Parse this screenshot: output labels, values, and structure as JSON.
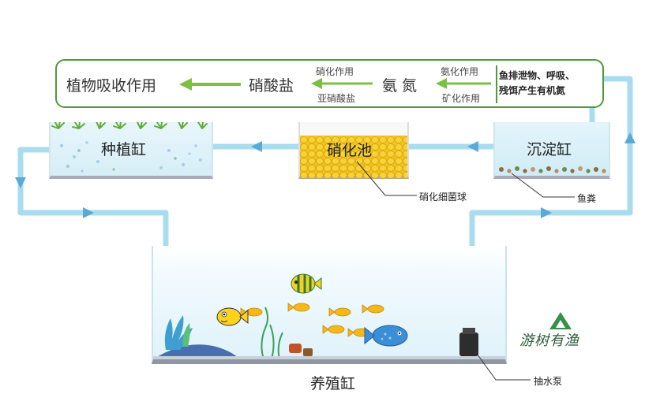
{
  "cycle": {
    "plant_absorb": "植物吸收作用",
    "nitrate": "硝酸盐",
    "nitrification_top": "硝化作用",
    "nitrification_bottom": "亚硝酸盐",
    "ammonia": "氨 氮",
    "ammonification_top": "氨化作用",
    "mineralization_bottom": "矿化作用",
    "source_line1": "鱼排泄物、呼吸、",
    "source_line2": "残饵产生有机氮"
  },
  "tanks": {
    "planting": "种植缸",
    "nitrification": "硝化池",
    "settling": "沉淀缸",
    "breeding": "养殖缸"
  },
  "callouts": {
    "bacteria_balls": "硝化细菌球",
    "fish_feces": "鱼粪",
    "pump": "抽水泵"
  },
  "logo": {
    "text": "游树有渔"
  },
  "colors": {
    "pipe": "#a9dcef",
    "arrow": "#5aa9d6",
    "cycle_border": "#4f9a38",
    "cycle_arrow": "#7bc043",
    "media": "#f4c81c",
    "fish": "#f6b719",
    "blue_fish": "#3c8ed6"
  }
}
